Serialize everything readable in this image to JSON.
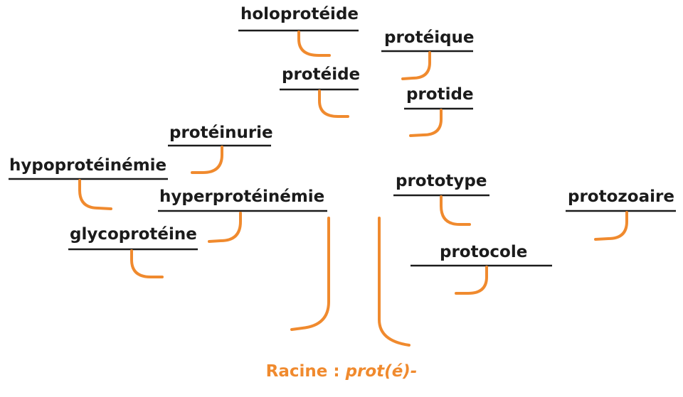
{
  "words": [
    "holoprotéide",
    "protéique",
    "protéide",
    "protide",
    "protéinurie",
    "hypoprotéinémie",
    "hyperprotéinémie",
    "prototype",
    "protozoaire",
    "glycoprotéine",
    "protocole"
  ],
  "caption": {
    "label": "Racine : ",
    "root": "prot(é)-"
  },
  "colors": {
    "branch": "#f08a2e",
    "underline": "#1b1b1b",
    "text": "#1b1b1b"
  }
}
